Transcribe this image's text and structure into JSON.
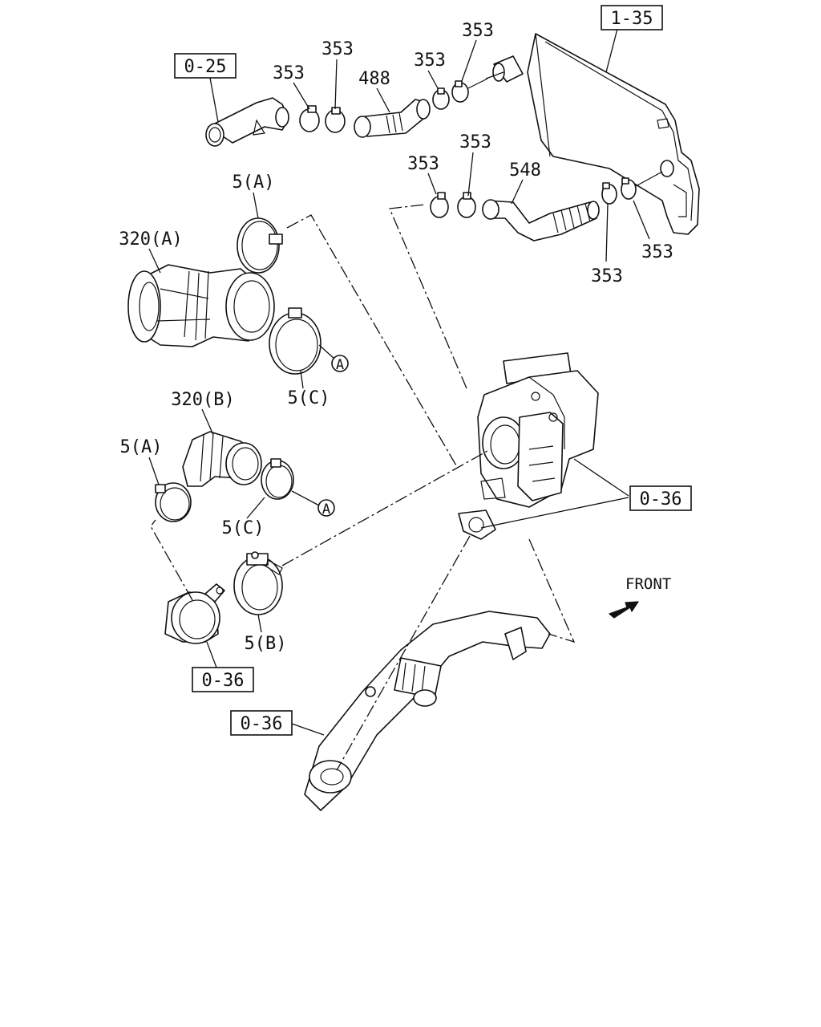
{
  "callouts": {
    "ref_0_25": "0-25",
    "ref_1_35": "1-35",
    "ref_0_36_turbo": "0-36",
    "ref_0_36_clamp": "0-36",
    "ref_0_36_pipe": "0-36",
    "p353_a": "353",
    "p353_b": "353",
    "p353_c": "353",
    "p353_d": "353",
    "p353_e": "353",
    "p353_f": "353",
    "p353_g": "353",
    "p353_h": "353",
    "p488": "488",
    "p548": "548",
    "p5a_top": "5(A)",
    "p5a_mid": "5(A)",
    "p320a": "320(A)",
    "p320b": "320(B)",
    "p5c_top": "5(C)",
    "p5c_mid": "5(C)",
    "p5b": "5(B)",
    "marker_a1": "A",
    "marker_a2": "A"
  },
  "front_label": "FRONT",
  "icons": [
    "arrow-front-icon",
    "circle-marker-a"
  ]
}
